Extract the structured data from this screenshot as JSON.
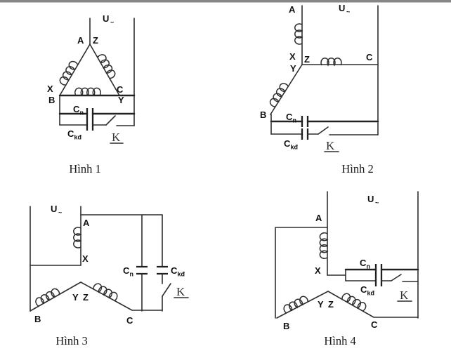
{
  "page": {
    "background": "#ffffff",
    "top_band_color": "#878787"
  },
  "figures": [
    {
      "caption": "Hình 1",
      "supply": {
        "main": "U",
        "sub": "~"
      },
      "terminals": {
        "a": "A",
        "z": "Z",
        "x": "X",
        "b": "B",
        "c": "C",
        "y": "Y"
      },
      "run_capacitor": {
        "main": "C",
        "sub": "n"
      },
      "start_capacitor": {
        "main": "C",
        "sub": "kđ"
      },
      "switch": "K"
    },
    {
      "caption": "Hình 2",
      "supply": {
        "main": "U",
        "sub": "~"
      },
      "terminals": {
        "a": "A",
        "x": "X",
        "z": "Z",
        "y": "Y",
        "b": "B",
        "c": "C"
      },
      "run_capacitor": {
        "main": "C",
        "sub": "n"
      },
      "start_capacitor": {
        "main": "C",
        "sub": "kđ"
      },
      "switch": "K"
    },
    {
      "caption": "Hình 3",
      "supply": {
        "main": "U",
        "sub": "~"
      },
      "terminals": {
        "a": "A",
        "x": "X",
        "y": "Y",
        "z": "Z",
        "b": "B",
        "c": "C"
      },
      "run_capacitor": {
        "main": "C",
        "sub": "n"
      },
      "start_capacitor": {
        "main": "C",
        "sub": "kđ"
      },
      "switch": "K"
    },
    {
      "caption": "Hình 4",
      "supply": {
        "main": "U",
        "sub": "~"
      },
      "terminals": {
        "a": "A",
        "x": "X",
        "y": "Y",
        "z": "Z",
        "b": "B",
        "c": "C"
      },
      "run_capacitor": {
        "main": "C",
        "sub": "n"
      },
      "start_capacitor": {
        "main": "C",
        "sub": "kđ"
      },
      "switch": "K"
    }
  ]
}
